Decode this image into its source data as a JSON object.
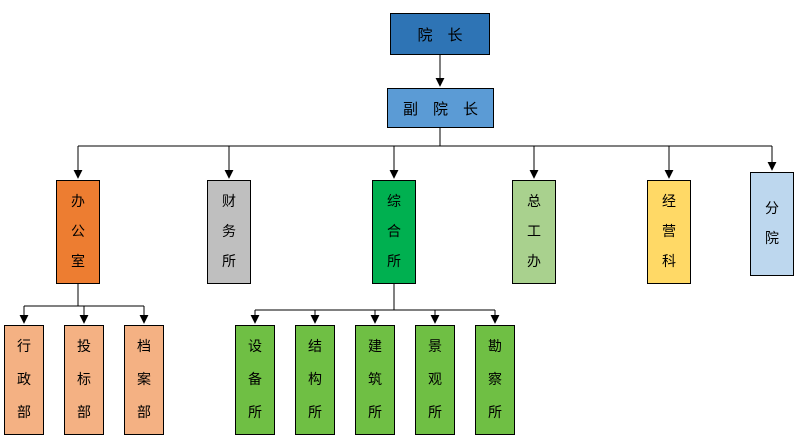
{
  "chart": {
    "type": "org-chart",
    "background": "#ffffff",
    "line_color": "#000000",
    "nodes": {
      "dean": {
        "label": "院　长",
        "color": "#2E74B5"
      },
      "vice_dean": {
        "label": "副　院　长",
        "color": "#5B9BD5"
      },
      "office": {
        "label": "办\n公\n室",
        "color": "#ED7D31"
      },
      "finance": {
        "label": "财\n务\n所",
        "color": "#BFBFBF"
      },
      "general": {
        "label": "综\n合\n所",
        "color": "#00B050"
      },
      "chief_engineer": {
        "label": "总\n工\n办",
        "color": "#A9D18E"
      },
      "business": {
        "label": "经\n营\n科",
        "color": "#FFD966"
      },
      "branch": {
        "label": "分\n院",
        "color": "#BDD7EE"
      },
      "admin_dept": {
        "label": "行\n政\n部",
        "color": "#F4B183"
      },
      "bidding_dept": {
        "label": "投\n标\n部",
        "color": "#F4B183"
      },
      "archives_dept": {
        "label": "档\n案\n部",
        "color": "#F4B183"
      },
      "equipment": {
        "label": "设\n备\n所",
        "color": "#6FBF44"
      },
      "structure": {
        "label": "结\n构\n所",
        "color": "#6FBF44"
      },
      "architecture": {
        "label": "建\n筑\n所",
        "color": "#6FBF44"
      },
      "landscape": {
        "label": "景\n观\n所",
        "color": "#6FBF44"
      },
      "survey": {
        "label": "勘\n察\n所",
        "color": "#6FBF44"
      }
    }
  }
}
